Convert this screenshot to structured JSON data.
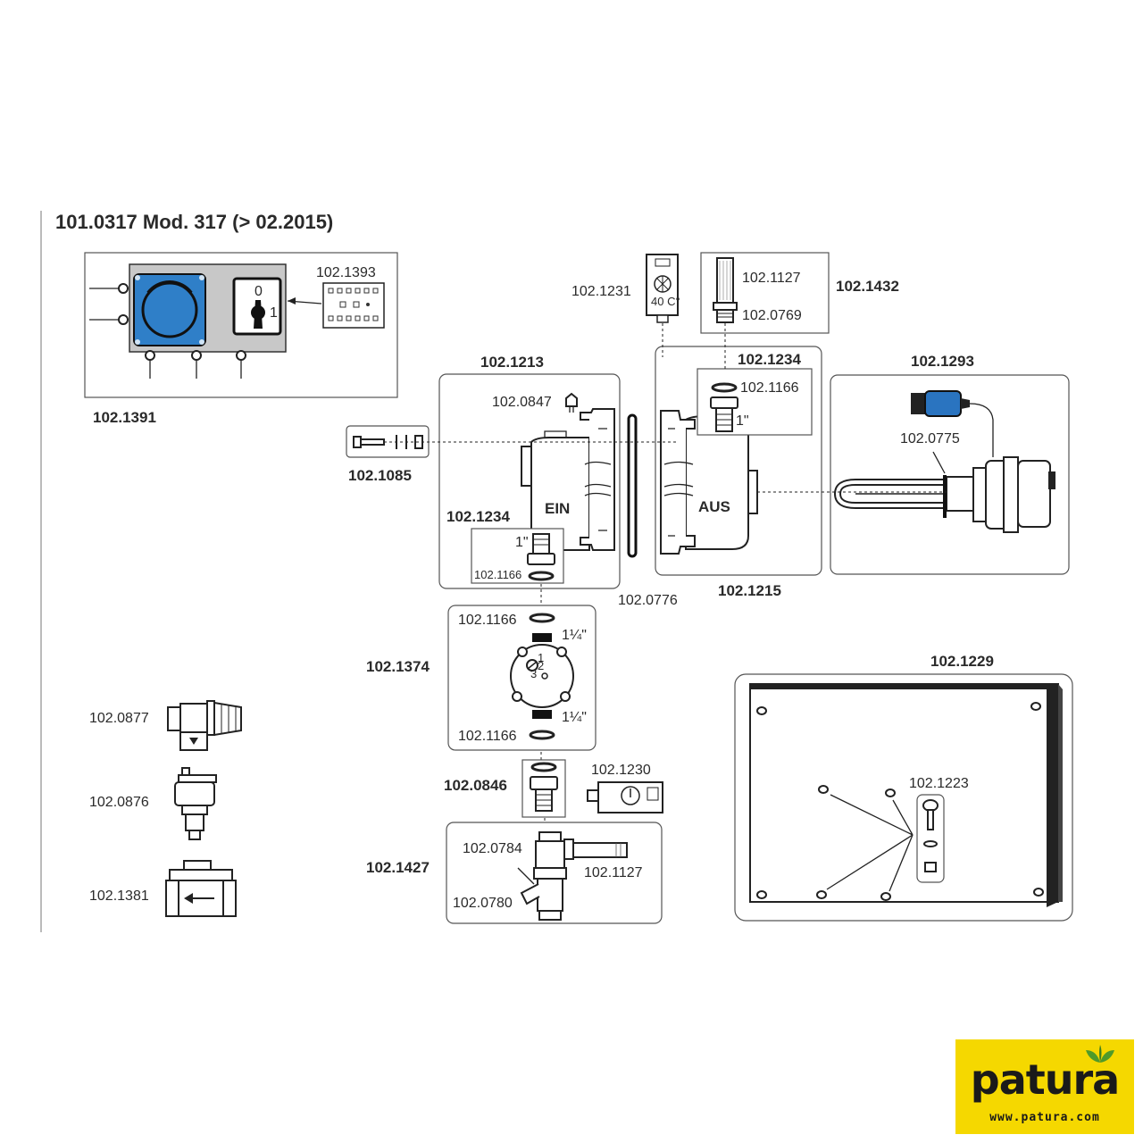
{
  "title": "101.0317 Mod. 317 (> 02.2015)",
  "switch": {
    "pos0": "0",
    "pos1": "1"
  },
  "parts": {
    "p1393": "102.1393",
    "p1391": "102.1391",
    "p1231": "102.1231",
    "thermo_temp": "40 C°",
    "p1127_top": "102.1127",
    "p0769": "102.0769",
    "p1432": "102.1432",
    "p1213": "102.1213",
    "p1234_right": "102.1234",
    "p1166_right": "102.1166",
    "thread_right": "1\"",
    "p1293": "102.1293",
    "p0847": "102.0847",
    "p1085": "102.1085",
    "p0775": "102.0775",
    "ein": "EIN",
    "aus": "AUS",
    "p1234_left": "102.1234",
    "thread_left": "1\"",
    "p1166_left": "102.1166",
    "p0776": "102.0776",
    "p1215": "102.1215",
    "p1166_pump_top": "102.1166",
    "pump_in": "1¼\"",
    "p1374": "102.1374",
    "pump_n1": "1",
    "pump_n2": "2",
    "pump_n3": "3",
    "pump_out": "1¼\"",
    "p1166_pump_bottom": "102.1166",
    "p1229": "102.1229",
    "p0877": "102.0877",
    "p0876": "102.0876",
    "p1381": "102.1381",
    "p1230": "102.1230",
    "p0846": "102.0846",
    "p1223": "102.1223",
    "p0784": "102.0784",
    "p1127_bottom": "102.1127",
    "p1427": "102.1427",
    "p0780": "102.0780"
  },
  "logo": {
    "name": "patura",
    "url": "www.patura.com"
  },
  "colors": {
    "socket_blue": "#2f7fc8",
    "panel_grey": "#c8c8c8",
    "logo_yellow": "#f5d800",
    "logo_green": "#4f9a2a",
    "plug_blue": "#2a74c0"
  }
}
